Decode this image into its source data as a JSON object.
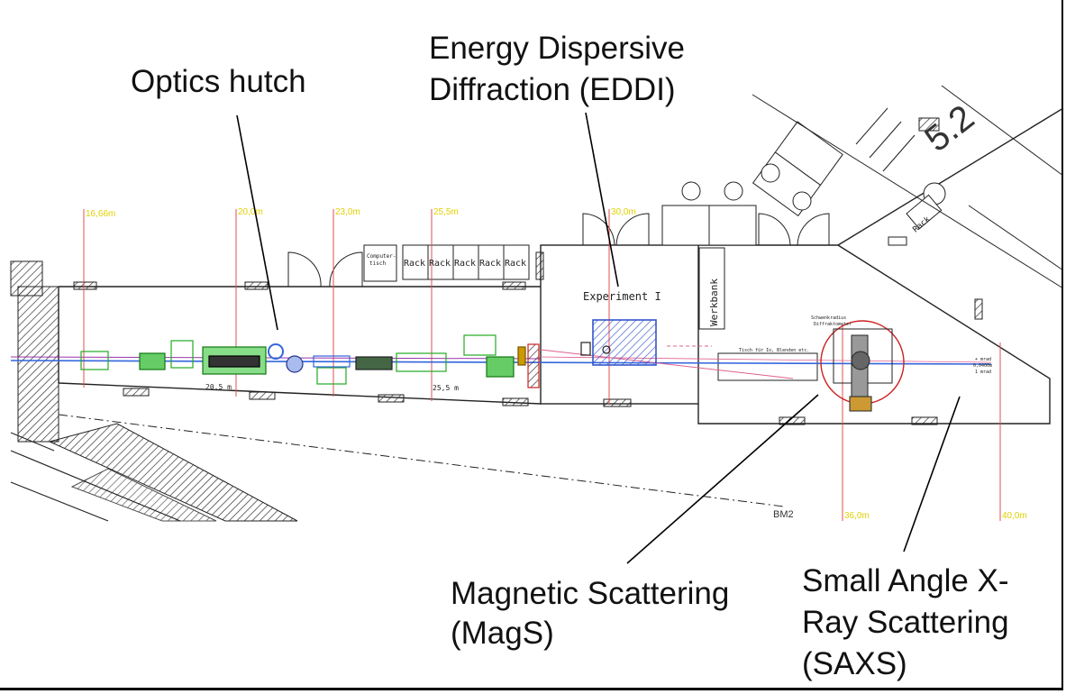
{
  "callouts": {
    "optics": "Optics hutch",
    "eddi_line1": "Energy Dispersive",
    "eddi_line2": "Diffraction (EDDI)",
    "mags_line1": "Magnetic Scattering",
    "mags_line2": "(MagS)",
    "saxs_line1": "Small Angle X-",
    "saxs_line2": "Ray Scattering",
    "saxs_line3": "(SAXS)"
  },
  "plan_labels": {
    "distances": [
      "16,66m",
      "20,0m",
      "23,0m",
      "25,5m",
      "30,0m",
      "36,0m",
      "40,0m"
    ],
    "computer_table": [
      "Computer-",
      "tisch"
    ],
    "racks": [
      "Rack",
      "Rack",
      "Rack",
      "Rack",
      "Rack"
    ],
    "rack_right": "Rack",
    "experiment": "Experiment I",
    "werkbank": "Werkbank",
    "diffractometer": [
      "Schwenkradius",
      "Diffraktometer"
    ],
    "table": "Tisch für Io, Blenden etc.",
    "beamline": "BM2",
    "position_a": "20,5 m",
    "position_b": "25,5 m",
    "building": "5.2",
    "mrad": [
      "+ mrad",
      "0,0400m",
      "1 mrad"
    ]
  }
}
